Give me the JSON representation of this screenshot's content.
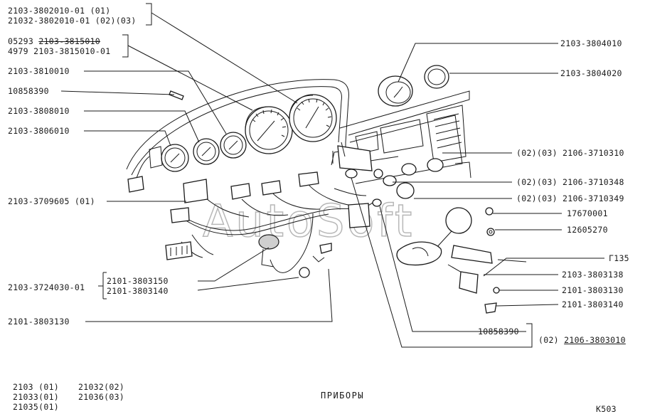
{
  "callouts": {
    "c1a": "2103-3802010-01  (01)",
    "c1b": "21032-3802010-01 (02)(03)",
    "c2a_prefix": "05293 ",
    "c2a_struck": "2103-3815010",
    "c2b": "4979 2103-3815010-01",
    "c3": "2103-3810010",
    "c4": "10858390",
    "c5": "2103-3808010",
    "c6": "2103-3806010",
    "c7": "2103-3709605 (01)",
    "c8": "2103-3724030-01",
    "c9a": "2101-3803150",
    "c9b": "2101-3803140",
    "c10": "2101-3803130",
    "r1": "2103-3804010",
    "r2": "2103-3804020",
    "r3": "(02)(03)  2106-3710310",
    "r4": "(02)(03)  2106-3710348",
    "r5": "(02)(03)  2106-3710349",
    "r6": "17670001",
    "r7": "12605270",
    "r8": "Г135",
    "r9": "2103-3803138",
    "r10": "2101-3803130",
    "r11": "2101-3803140",
    "r12": "10858390",
    "r13_prefix": "(02)",
    "r13_code": "2106-3803010"
  },
  "legend": {
    "l1": "2103  (01)",
    "l2": "21033(01)",
    "l3": "21035(01)",
    "l4": "21032(02)",
    "l5": "21036(03)"
  },
  "title": "ПРИБОРЫ",
  "page_code": "К503",
  "watermark": "AutoSoft"
}
